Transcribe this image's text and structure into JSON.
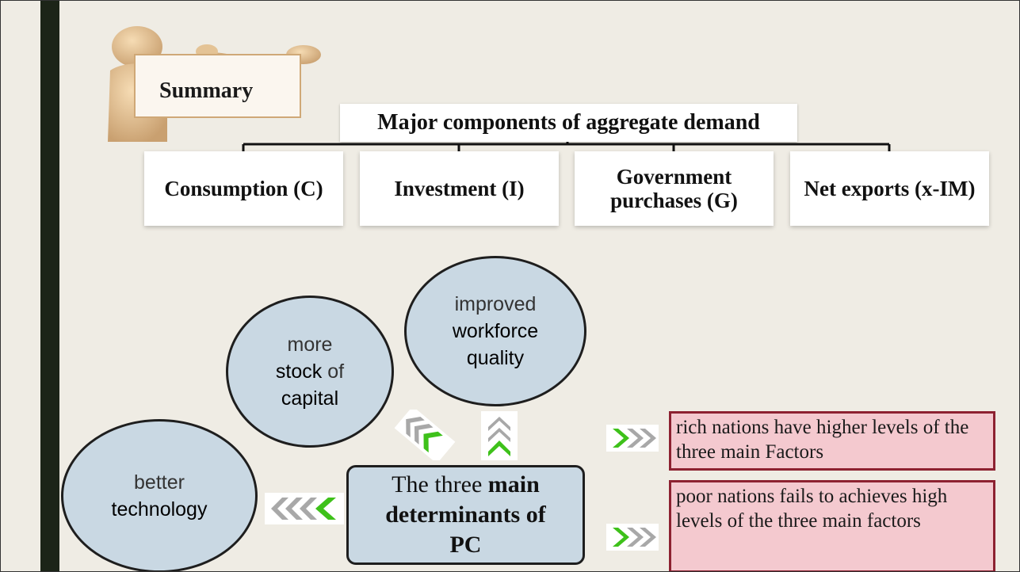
{
  "sign": {
    "title": "Summary"
  },
  "heading": {
    "title": "Major components of aggregate demand"
  },
  "components": [
    {
      "label": "Consumption (C)"
    },
    {
      "label": "Investment (I)"
    },
    {
      "label": "Government purchases (G)"
    },
    {
      "label": "Net exports (x-IM)"
    }
  ],
  "determinants": {
    "workforce": {
      "line1": "improved",
      "line2": "workforce",
      "line3": "quality"
    },
    "capital": {
      "line1": "more",
      "stock": "stock",
      "of": "of",
      "capital": "capital"
    },
    "technology": {
      "line1": "better",
      "line2": "technology"
    },
    "center": {
      "prefix": "The three",
      "bold1": "main",
      "bold2": "determinants of",
      "bold3": "PC"
    }
  },
  "conclusions": {
    "rich": "rich nations have higher levels of the three main Factors",
    "poor": "poor nations fails to achieves high levels of the three main factors"
  },
  "colors": {
    "accent_green": "#3ec11a",
    "chevron_gray": "#a8a8a8",
    "circle_fill": "#c9d8e3",
    "red_box_fill": "#f4c9cf",
    "red_box_border": "#8d2131"
  },
  "icons": {
    "sign_figure": "person-holding-sign-icon",
    "arrow": "chevron-arrow-icon"
  }
}
